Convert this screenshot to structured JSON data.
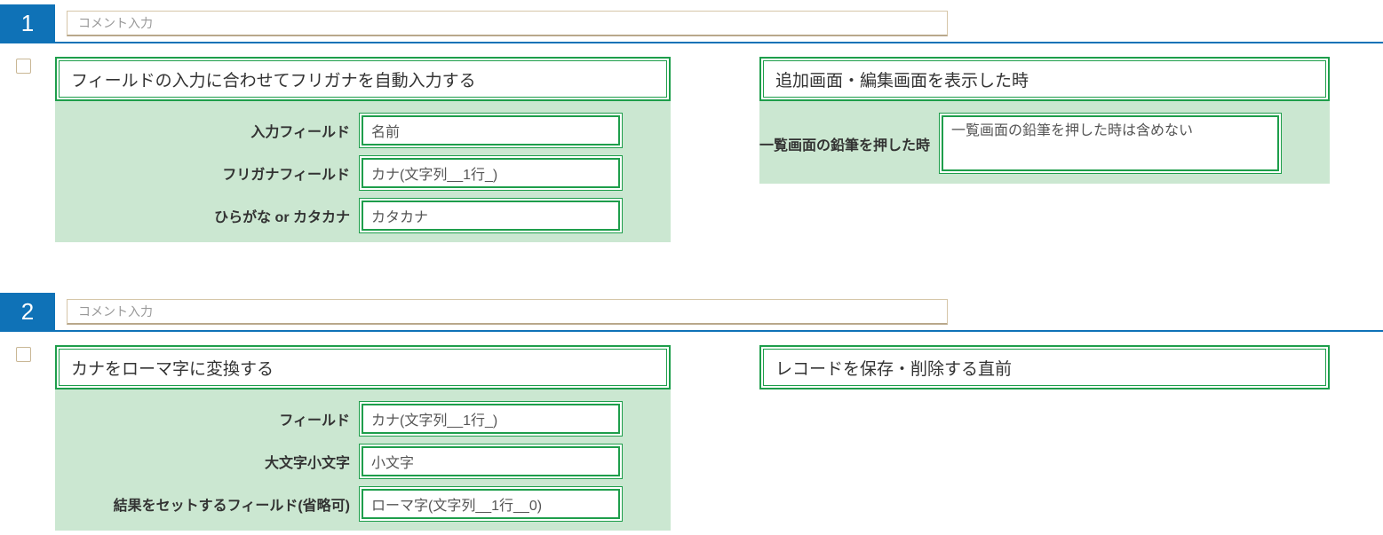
{
  "colors": {
    "accent_blue": "#0f72b7",
    "border_green": "#1e9e4b",
    "panel_green": "#cbe7d1",
    "border_tan": "#d6c6a8"
  },
  "sections": [
    {
      "number": "1",
      "comment_placeholder": "コメント入力",
      "checkbox_checked": false,
      "left": {
        "title": "フィールドの入力に合わせてフリガナを自動入力する",
        "fields": [
          {
            "label": "入力フィールド",
            "value": "名前"
          },
          {
            "label": "フリガナフィールド",
            "value": "カナ(文字列__1行_)"
          },
          {
            "label": "ひらがな or カタカナ",
            "value": "カタカナ"
          }
        ]
      },
      "right": {
        "title": "追加画面・編集画面を表示した時",
        "fields": [
          {
            "label": "一覧画面の鉛筆を押した時",
            "value": "一覧画面の鉛筆を押した時は含めない"
          }
        ]
      }
    },
    {
      "number": "2",
      "comment_placeholder": "コメント入力",
      "checkbox_checked": false,
      "left": {
        "title": "カナをローマ字に変換する",
        "fields": [
          {
            "label": "フィールド",
            "value": "カナ(文字列__1行_)"
          },
          {
            "label": "大文字小文字",
            "value": "小文字"
          },
          {
            "label": "結果をセットするフィールド(省略可)",
            "value": "ローマ字(文字列__1行__0)"
          }
        ]
      },
      "right": {
        "title": "レコードを保存・削除する直前",
        "fields": []
      }
    }
  ]
}
